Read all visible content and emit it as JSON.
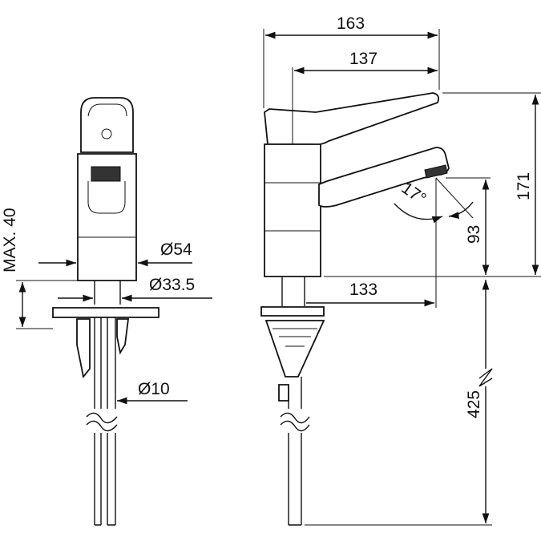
{
  "dimensions": {
    "total_length": "163",
    "spout_reach": "137",
    "total_height": "171",
    "spout_height": "93",
    "spout_angle": "17°",
    "pipe_reach": "133",
    "hose_length": "425",
    "max_deck": "MAX. 40",
    "body_diameter": "Ø54",
    "base_diameter": "Ø33.5",
    "hose_diameter": "Ø10"
  },
  "colors": {
    "line": "#111111",
    "background": "#ffffff"
  }
}
